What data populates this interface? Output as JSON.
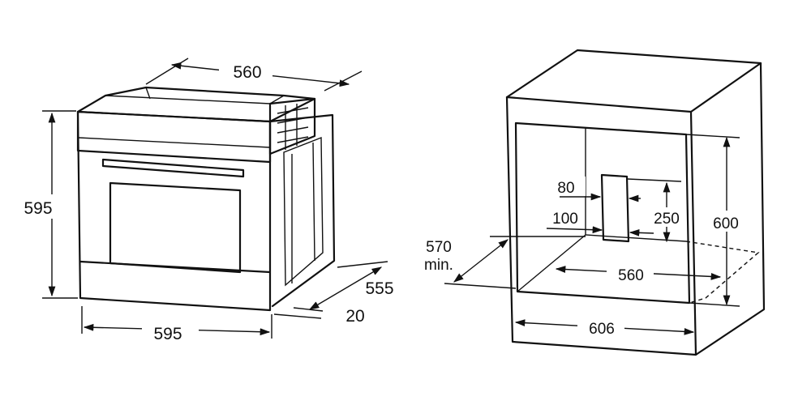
{
  "oven": {
    "width_top": "560",
    "height": "595",
    "width_bottom": "595",
    "depth": "555",
    "front_offset": "20"
  },
  "niche": {
    "depth_min_value": "570",
    "depth_min_suffix": "min.",
    "vent_width": "80",
    "vent_offset": "100",
    "vent_height": "250",
    "inner_height": "600",
    "inner_width": "560",
    "outer_width": "606"
  }
}
